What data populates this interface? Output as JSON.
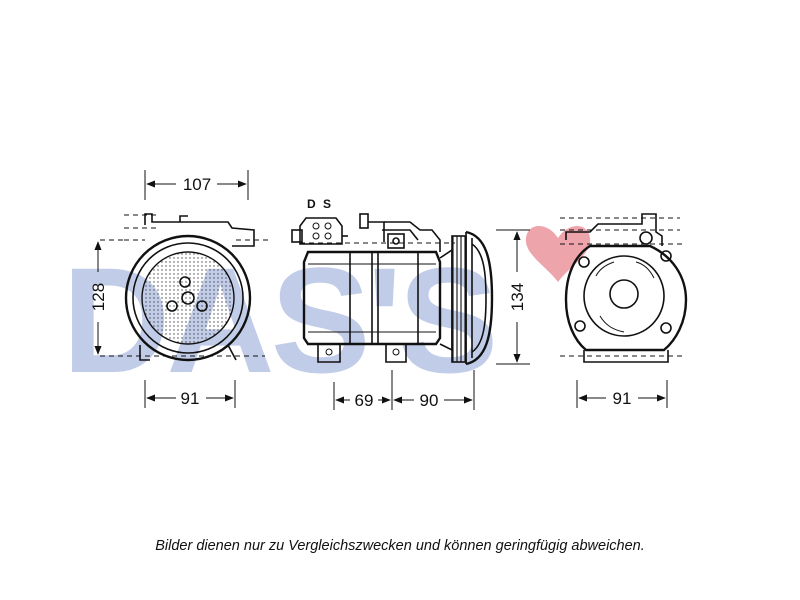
{
  "watermark": {
    "text": "DAS'S",
    "color_main": "#8fa6d6",
    "color_accent": "#e05a66"
  },
  "connector_label": "D S",
  "dimensions": {
    "front_width": "107",
    "front_height": "128",
    "front_bottom": "91",
    "side_left": "69",
    "side_right": "90",
    "side_height": "134",
    "rear_bottom": "91"
  },
  "caption": "Bilder dienen nur zu Vergleichszwecken und können geringfügig abweichen."
}
